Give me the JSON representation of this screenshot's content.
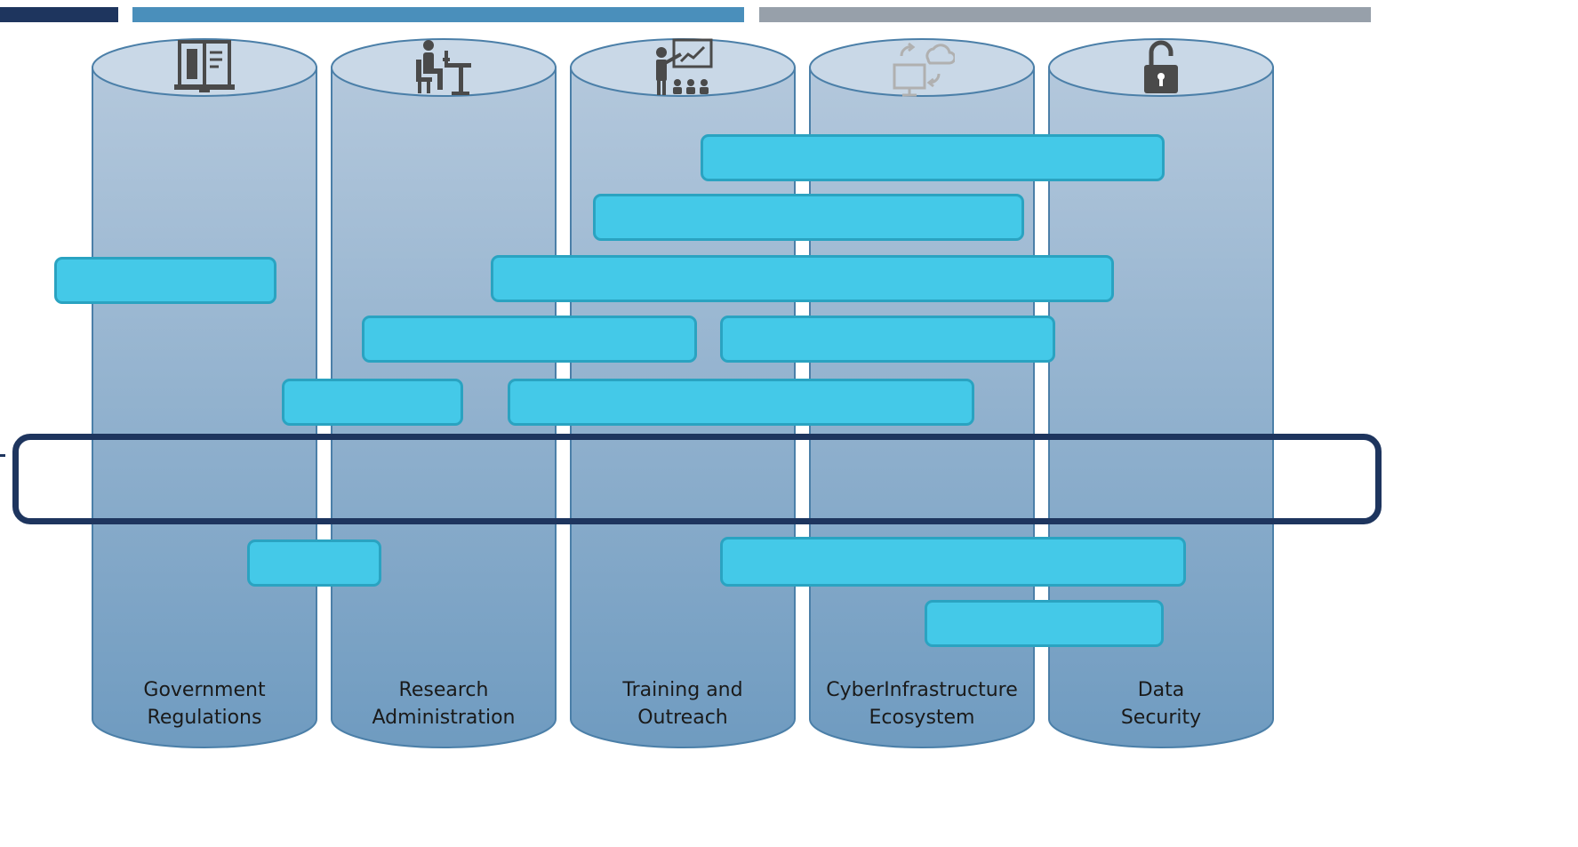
{
  "colors": {
    "bar_dark": "#1e355e",
    "bar_blue": "#4a8fbb",
    "bar_gray": "#97a0aa",
    "pillar_top": "#b4c8dc",
    "pillar_bottom": "#6f9bc0",
    "pillar_edge": "#4b7fa8",
    "task_fill": "#44c9e8",
    "task_border": "#2aa3c1",
    "highlight": "#1e355e",
    "icon_dark": "#4a4a4a",
    "icon_light": "#b0b0b0"
  },
  "pillars": [
    {
      "label": "Government\nRegulations",
      "icon": "book-icon"
    },
    {
      "label": "Research\nAdministration",
      "icon": "desk-worker-icon"
    },
    {
      "label": "Training and\nOutreach",
      "icon": "presenter-icon"
    },
    {
      "label": "CyberInfrastructure\nEcosystem",
      "icon": "cloud-computer-icon"
    },
    {
      "label": "Data\nSecurity",
      "icon": "padlock-icon"
    }
  ]
}
